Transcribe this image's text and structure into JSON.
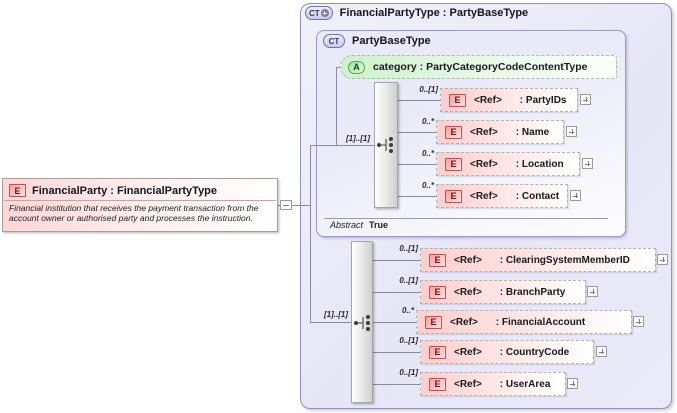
{
  "root_element": {
    "badge": "E",
    "title": "FinancialParty : FinancialPartyType",
    "description": "Financial institution that receives the payment transaction from the account owner or authorised party and processes the instruction."
  },
  "outer_type": {
    "badge": "CT",
    "title": "FinancialPartyType : PartyBaseType"
  },
  "base_type": {
    "badge": "CT",
    "title": "PartyBaseType",
    "attribute": {
      "badge": "A",
      "label": "category : PartyCategoryCodeContentType"
    },
    "sequence_cardinality": "[1]..[1]",
    "abstract_label": "Abstract",
    "abstract_value": "True",
    "elements": [
      {
        "cardinality": "0..[1]",
        "badge": "E",
        "ref_label": "<Ref>",
        "name": ": PartyIDs"
      },
      {
        "cardinality": "0..*",
        "badge": "E",
        "ref_label": "<Ref>",
        "name": ": Name"
      },
      {
        "cardinality": "0..*",
        "badge": "E",
        "ref_label": "<Ref>",
        "name": ": Location"
      },
      {
        "cardinality": "0..*",
        "badge": "E",
        "ref_label": "<Ref>",
        "name": ": Contact"
      }
    ]
  },
  "extension": {
    "sequence_cardinality": "[1]..[1]",
    "elements": [
      {
        "cardinality": "0..[1]",
        "badge": "E",
        "ref_label": "<Ref>",
        "name": ": ClearingSystemMemberID"
      },
      {
        "cardinality": "0..[1]",
        "badge": "E",
        "ref_label": "<Ref>",
        "name": ": BranchParty"
      },
      {
        "cardinality": "0..*",
        "badge": "E",
        "ref_label": "<Ref>",
        "name": ": FinancialAccount"
      },
      {
        "cardinality": "0..[1]",
        "badge": "E",
        "ref_label": "<Ref>",
        "name": ": CountryCode"
      },
      {
        "cardinality": "0..[1]",
        "badge": "E",
        "ref_label": "<Ref>",
        "name": ": UserArea"
      }
    ]
  },
  "colors": {
    "element_pink": "#ffcdcd",
    "attribute_green": "#cdf1cd",
    "type_lavender": "#e8e8f8",
    "element_border_red": "#b25555"
  }
}
